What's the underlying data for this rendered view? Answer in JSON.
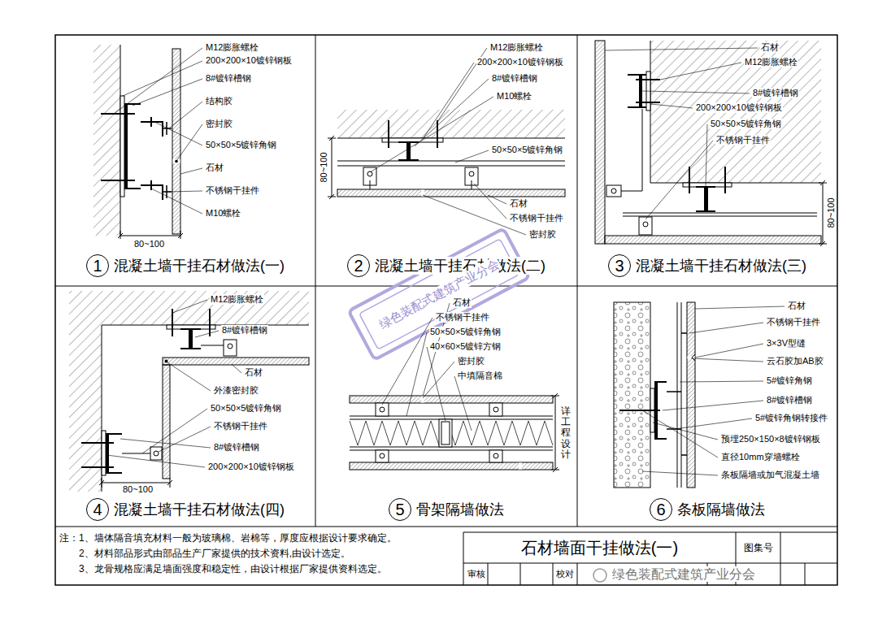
{
  "diagram": {
    "title": "石材墙面干挂做法(一)",
    "nodes": [
      {
        "text": [
          "混凝土墙干挂石材做法(一)"
        ]
      },
      {
        "text": [
          "1"
        ],
        "in": 0
      },
      {
        "text": [
          "混凝土墙干挂石材做法(二)"
        ]
      },
      {
        "text": [
          "2"
        ],
        "in": 2
      },
      {
        "text": [
          "混凝土墙干挂石材做法(三)"
        ]
      },
      {
        "text": [
          "3"
        ],
        "in": 4
      },
      {
        "text": [
          "混凝土墙干挂石材做法(四)"
        ]
      },
      {
        "text": [
          "4"
        ],
        "in": 6
      },
      {
        "text": [
          "骨架隔墙做法"
        ]
      },
      {
        "text": [
          "5"
        ],
        "in": 8
      },
      {
        "text": [
          "条板隔墙做法"
        ]
      },
      {
        "text": [
          "6"
        ],
        "in": 10
      }
    ],
    "labels": [
      "M12膨胀螺栓",
      "200×200×10镀锌钢板",
      "8#镀锌槽钢",
      "结构胶",
      "密封胶",
      "50×50×5镀锌角钢",
      "石材",
      "不锈钢干挂件",
      "M10螺栓",
      "80~100",
      "M12膨胀螺栓",
      "200×200×10镀锌钢板",
      "8#镀锌槽钢",
      "M10螺栓",
      "50×50×5镀锌角钢",
      "80~100",
      "石材",
      "不锈钢干挂件",
      "密封胶",
      "石材",
      "M12膨胀螺栓",
      "8#镀锌槽钢",
      "200×200×10镀锌钢板",
      "50×50×5镀锌角钢",
      "不锈钢干挂件",
      "80~100",
      "M12膨胀螺栓",
      "8#镀锌槽钢",
      "石材",
      "外漆密封胶",
      "50×50×5镀锌角钢",
      "不锈钢干挂件",
      "8#镀锌槽钢",
      "200×200×10镀锌钢板",
      "80~100",
      "石材",
      "不锈钢干挂件",
      "50×50×5镀锌角钢",
      "40×60×5镀锌方钢",
      "密封胶",
      "中填隔音棉",
      "详工程设计",
      "石材",
      "不锈钢干挂件",
      "3×3V型缝",
      "云石胶加AB胶",
      "5#镀锌角钢",
      "8#镀锌槽钢",
      "5#镀锌角钢转接件",
      "预埋250×150×8镀锌钢板",
      "直径10mm穿墙螺栓",
      "条板隔墙或加气混凝土墙",
      "注：1、墙体隔音填充材料一般为玻璃棉、岩棉等，厚度应根据设计要求确定。",
      "2、材料部品形式由部品生产厂家提供的技术资料,由设计选定。",
      "3、龙骨规格应满足墙面强度和稳定性，由设计根据厂家提供资料选定。",
      "图集号",
      "审核",
      "校对",
      "绿色装配式建筑产业分会",
      "绿色装配式建筑产业分会"
    ]
  }
}
